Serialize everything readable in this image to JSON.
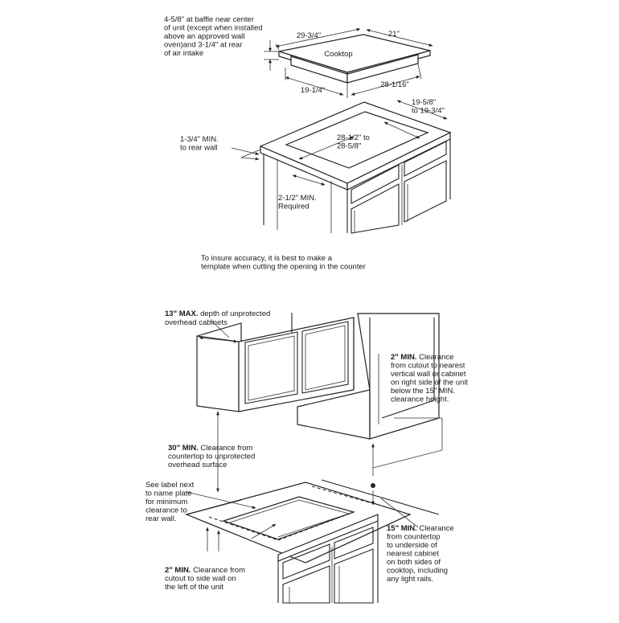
{
  "top": {
    "baffle_note": [
      "4-5/8\" at baffle near center",
      "of unit (except when installed",
      "above an approved wall",
      "oven)and 3-1/4\" at rear",
      "of air intake"
    ],
    "cooktop_label": "Cooktop",
    "dim_29_3_4": "29-3/4\"",
    "dim_21": "21\"",
    "dim_19_1_4": "19-1/4\"",
    "dim_28_1_16": "28-1/16\"",
    "dim_19_5_8": [
      "19-5/8\"",
      "to 19-3/4\""
    ],
    "dim_1_3_4": [
      "1-3/4\" MIN.",
      "to rear wall"
    ],
    "dim_28_1_2": [
      "28-1/2\" to",
      "28-5/8\""
    ],
    "dim_2_1_2": [
      "2-1/2\" MIN.",
      "Required"
    ],
    "note": [
      "To insure accuracy, it is best to make a",
      "template when cutting the opening in the counter"
    ]
  },
  "bottom": {
    "max13_bold": "13\" MAX.",
    "max13_rest": [
      " depth of unprotected",
      "overhead cabinets"
    ],
    "min2_right_bold": "2\" MIN.",
    "min2_right_rest": [
      " Clearance",
      "from cutout to nearest",
      "vertical wall or cabinet",
      "on right side of the unit",
      "below the 15\" MIN.",
      "clearance height."
    ],
    "min30_bold": "30\" MIN.",
    "min30_rest": [
      " Clearance from",
      "countertop to unprotected",
      "overhead surface"
    ],
    "see_label": [
      "See label next",
      "to name plate",
      "for minimum",
      "clearance to",
      "rear wall."
    ],
    "min15_bold": "15\" MIN.",
    "min15_rest": [
      " Clearance",
      "from countertop",
      "to underside of",
      "nearest cabinet",
      "on both sides of",
      "cooktop, including",
      "any light rails."
    ],
    "min2_left_bold": "2\" MIN.",
    "min2_left_rest": [
      " Clearance from",
      "cutout to side wall on",
      "the left of the unit"
    ]
  }
}
